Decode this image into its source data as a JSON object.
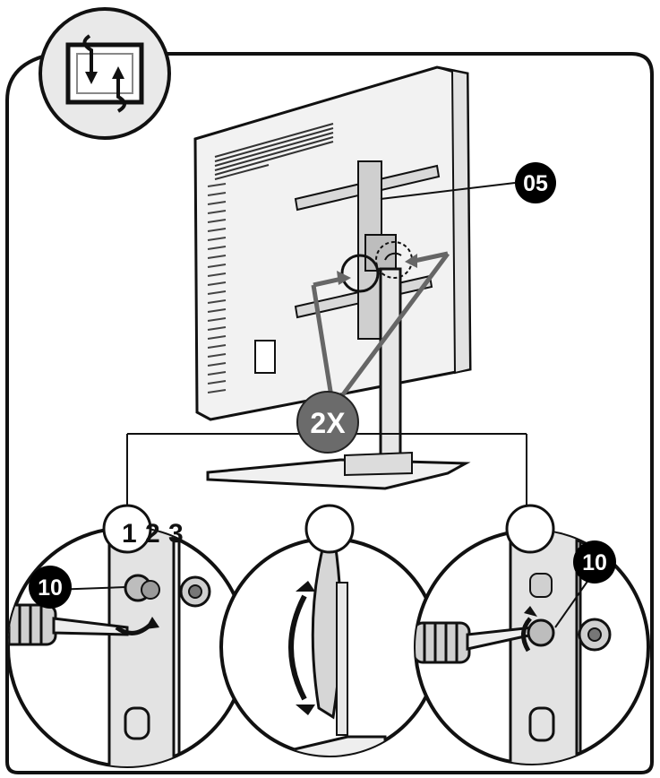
{
  "callouts": {
    "part_05": "05",
    "quantity": "2X",
    "screw_left": "10",
    "screw_right": "10"
  },
  "steps": {
    "one": "1",
    "two": "2",
    "three": "3"
  },
  "icons": {
    "header": "rotate-screen-icon",
    "rotate": "curved-double-arrow-icon",
    "tool": "screwdriver-icon"
  },
  "colors": {
    "line": "#111111",
    "callout_fill": "#000000",
    "quantity_fill": "#6b6b6b",
    "panel_fill": "#e7e7e7"
  }
}
